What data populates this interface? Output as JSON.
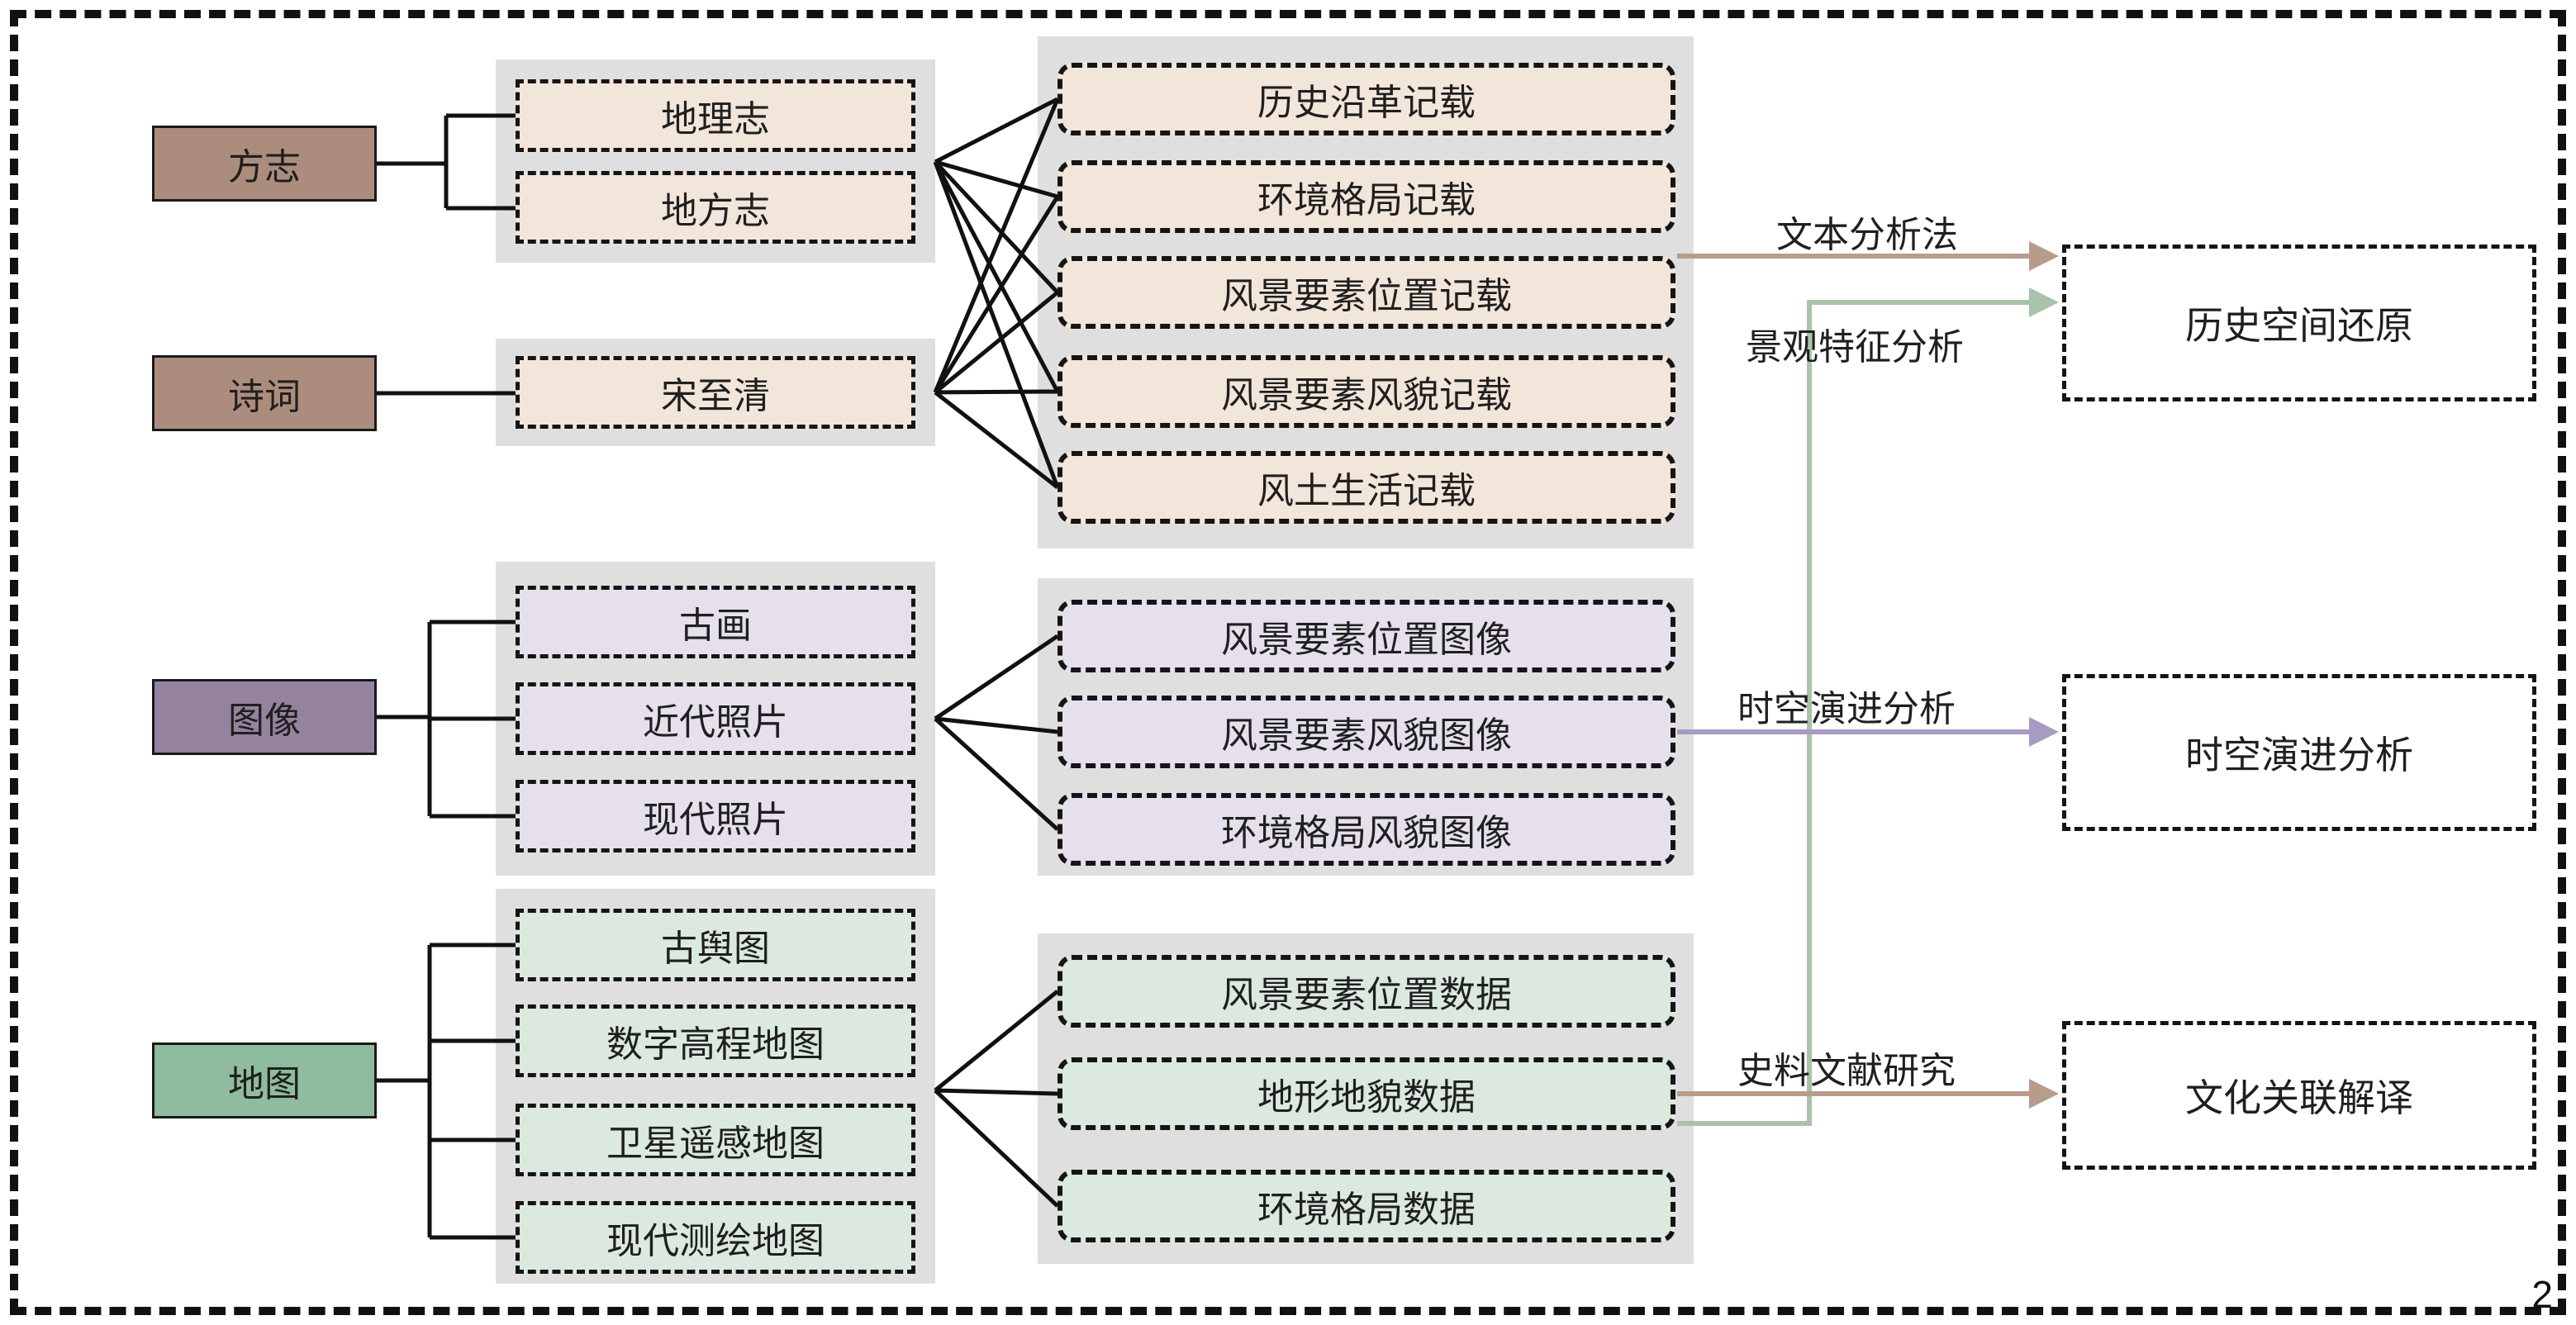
{
  "page": {
    "number": "2"
  },
  "colors": {
    "source_brown": "#ac8d7d",
    "source_purple": "#95829f",
    "source_green": "#8fbc9e",
    "arrow_brown": "#b79c8c",
    "arrow_green": "#a9c3aa",
    "arrow_purple": "#a89bc2"
  },
  "sources": [
    "方志",
    "诗词",
    "图像",
    "地图"
  ],
  "subtypes": {
    "fangzhi": [
      "地理志",
      "地方志"
    ],
    "shici": [
      "宋至清"
    ],
    "tuxiang": [
      "古画",
      "近代照片",
      "现代照片"
    ],
    "ditu": [
      "古舆图",
      "数字高程地图",
      "卫星遥感地图",
      "现代测绘地图"
    ]
  },
  "extracts": {
    "records": [
      "历史沿革记载",
      "环境格局记载",
      "风景要素位置记载",
      "风景要素风貌记载",
      "风土生活记载"
    ],
    "images": [
      "风景要素位置图像",
      "风景要素风貌图像",
      "环境格局风貌图像"
    ],
    "data": [
      "风景要素位置数据",
      "地形地貌数据",
      "环境格局数据"
    ]
  },
  "methods": [
    "文本分析法",
    "景观特征分析",
    "时空演进分析",
    "史料文献研究"
  ],
  "outcomes": [
    "历史空间还原",
    "时空演进分析",
    "文化关联解译"
  ]
}
